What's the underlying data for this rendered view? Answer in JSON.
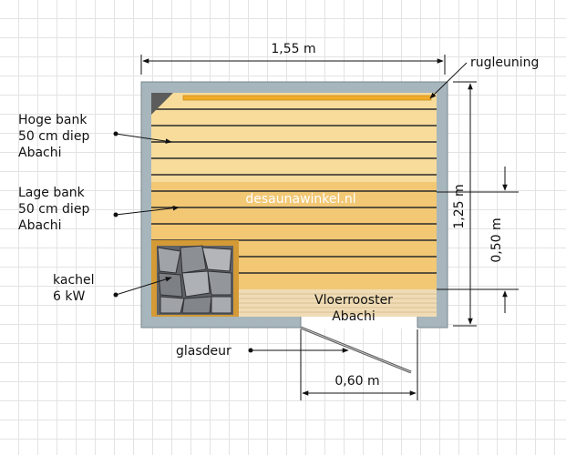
{
  "dimensions": {
    "width": "1,55 m",
    "depth": "1,25 m",
    "bench_depth": "0,50 m",
    "door_width": "0,60 m"
  },
  "labels": {
    "backrest": "rugleuning",
    "high_bench": [
      "Hoge bank",
      "50 cm diep",
      "Abachi"
    ],
    "low_bench": [
      "Lage bank",
      "50 cm diep",
      "Abachi"
    ],
    "heater": [
      "kachel",
      "6 kW"
    ],
    "floor_grate": [
      "Vloerrooster",
      "Abachi"
    ],
    "door": "glasdeur",
    "watermark": "desaunawinkel.nl"
  },
  "colors": {
    "wall": "#a7b6bd",
    "high_bench": "#f7dc9c",
    "low_bench": "#f2c875",
    "backrest": "#f0ac28",
    "floor_grate": "#efdcb6",
    "heater_frame": "#d49a35",
    "stone": "#8b8e93"
  }
}
